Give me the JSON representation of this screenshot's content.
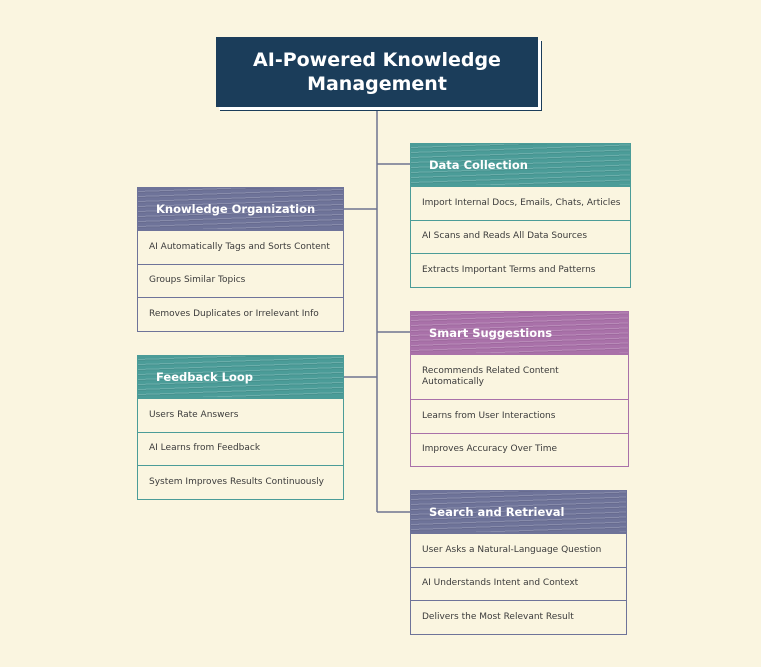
{
  "title": "AI-Powered Knowledge Management",
  "colors": {
    "title_bg": "#1b3d5a",
    "background": "#faf5e0",
    "connector": "#6e7590",
    "slate": "#6e7399",
    "teal": "#4b9c98",
    "purple": "#a971a9"
  },
  "branches": {
    "data_collection": {
      "heading": "Data Collection",
      "items": [
        "Import Internal Docs, Emails, Chats, Articles",
        "AI Scans and Reads All Data Sources",
        "Extracts Important Terms and Patterns"
      ]
    },
    "knowledge_organization": {
      "heading": "Knowledge Organization",
      "items": [
        "AI Automatically Tags and Sorts Content",
        "Groups Similar Topics",
        "Removes Duplicates or Irrelevant Info"
      ]
    },
    "smart_suggestions": {
      "heading": "Smart Suggestions",
      "items": [
        "Recommends Related Content Automatically",
        "Learns from User Interactions",
        "Improves Accuracy Over Time"
      ]
    },
    "feedback_loop": {
      "heading": "Feedback Loop",
      "items": [
        "Users Rate Answers",
        "AI Learns from Feedback",
        "System Improves Results Continuously"
      ]
    },
    "search_and_retrieval": {
      "heading": "Search and Retrieval",
      "items": [
        "User Asks a Natural-Language Question",
        "AI Understands Intent and Context",
        "Delivers the Most Relevant Result"
      ]
    }
  }
}
